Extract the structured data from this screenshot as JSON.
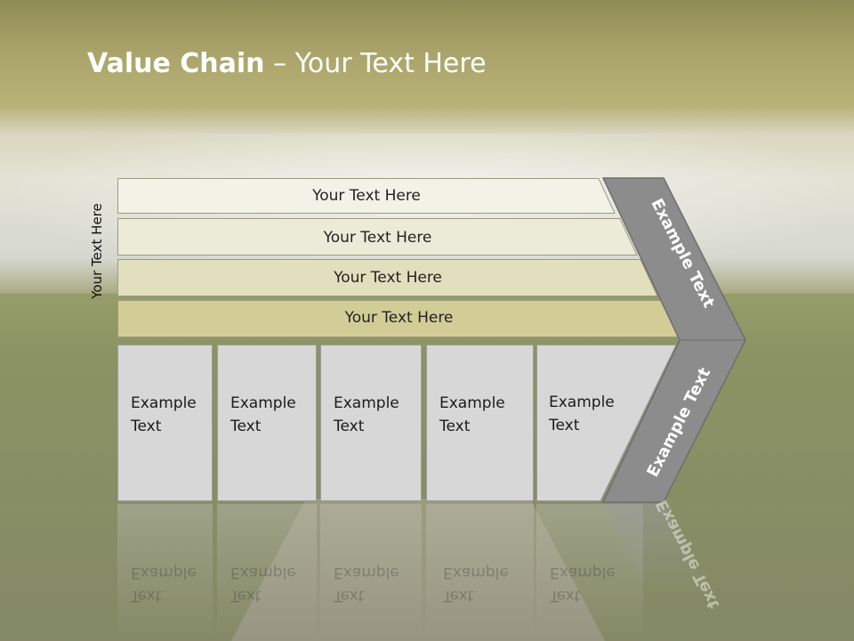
{
  "slide": {
    "title_bold": "Value Chain",
    "title_rest": " – Your Text Here",
    "side_label": "Your Text Here"
  },
  "rows": [
    {
      "label": "Your Text Here",
      "color": "#f2f2e6"
    },
    {
      "label": "Your Text Here",
      "color": "#ecebd7"
    },
    {
      "label": "Your Text Here",
      "color": "#e2dfbe"
    },
    {
      "label": "Your Text Here",
      "color": "#d2cd97"
    }
  ],
  "columns": [
    {
      "line1": "Example",
      "line2": "Text"
    },
    {
      "line1": "Example",
      "line2": "Text"
    },
    {
      "line1": "Example",
      "line2": "Text"
    },
    {
      "line1": "Example",
      "line2": "Text"
    },
    {
      "line1": "Example",
      "line2": "Text"
    }
  ],
  "chevron": {
    "upper_text": "Example Text",
    "lower_text": "Example Text",
    "color": "#8c8c8c"
  }
}
